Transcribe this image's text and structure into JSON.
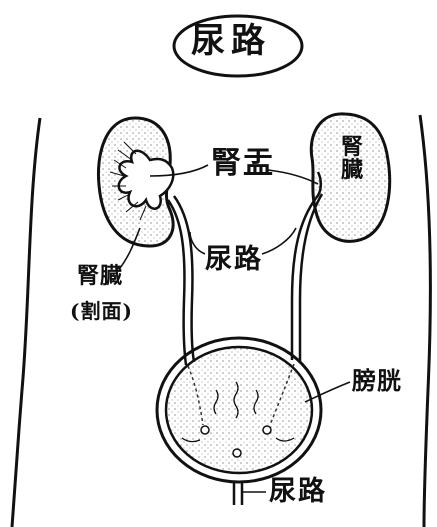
{
  "title": "尿路",
  "labels": {
    "renal_pelvis": "腎盂",
    "ureter": "尿路",
    "kidney_left": "腎臓",
    "kidney_left_section": "(割面)",
    "kidney_right": "腎臓",
    "bladder": "膀胱",
    "urethra": "尿路"
  }
}
